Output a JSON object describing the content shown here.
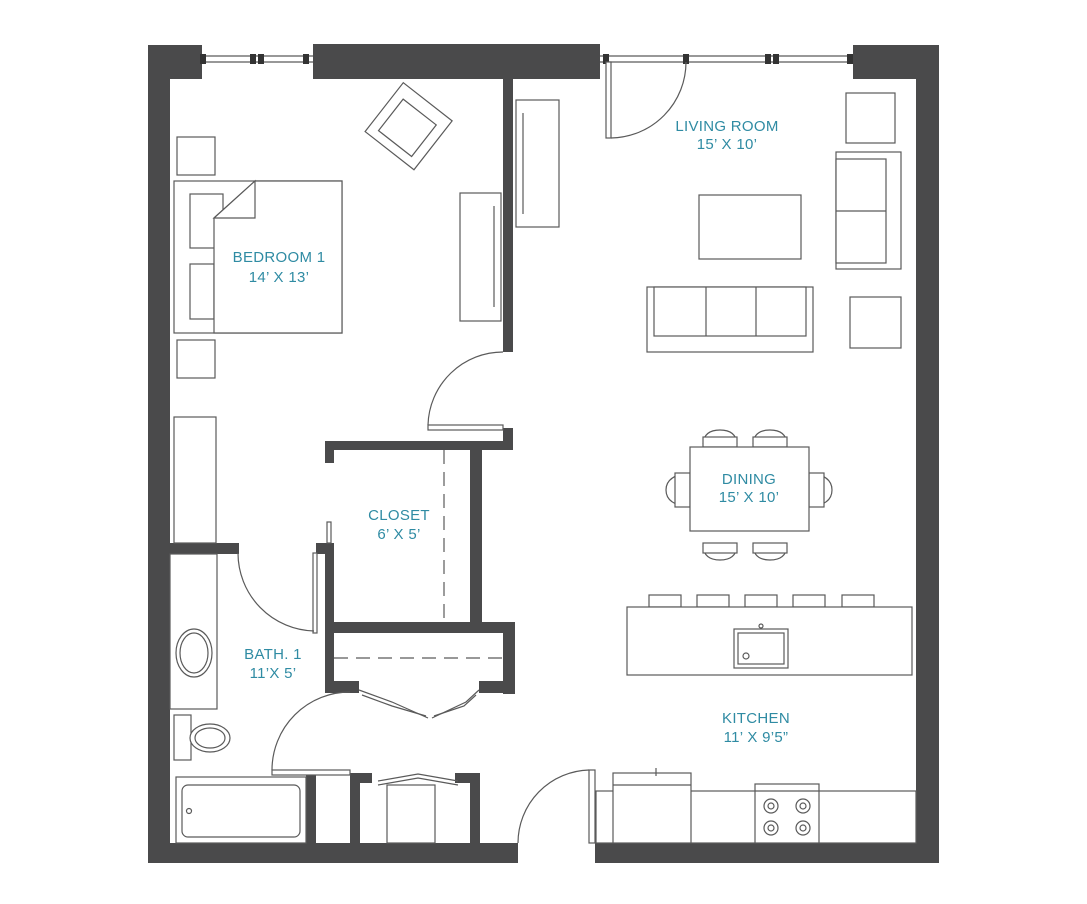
{
  "colors": {
    "wall": "#4a4a4b",
    "label": "#2f8ba3",
    "line": "#5a5a5a",
    "background": "#ffffff"
  },
  "rooms": {
    "bedroom": {
      "name": "BEDROOM 1",
      "size": "14’ X 13’"
    },
    "living": {
      "name": "LIVING ROOM",
      "size": "15’ X 10’"
    },
    "dining": {
      "name": "DINING",
      "size": "15’ X 10’"
    },
    "closet": {
      "name": "CLOSET",
      "size": "6’ X 5’"
    },
    "bath": {
      "name": "BATH. 1",
      "size": "11’X 5’"
    },
    "kitchen": {
      "name": "KITCHEN",
      "size": "11’ X 9’5”"
    }
  }
}
